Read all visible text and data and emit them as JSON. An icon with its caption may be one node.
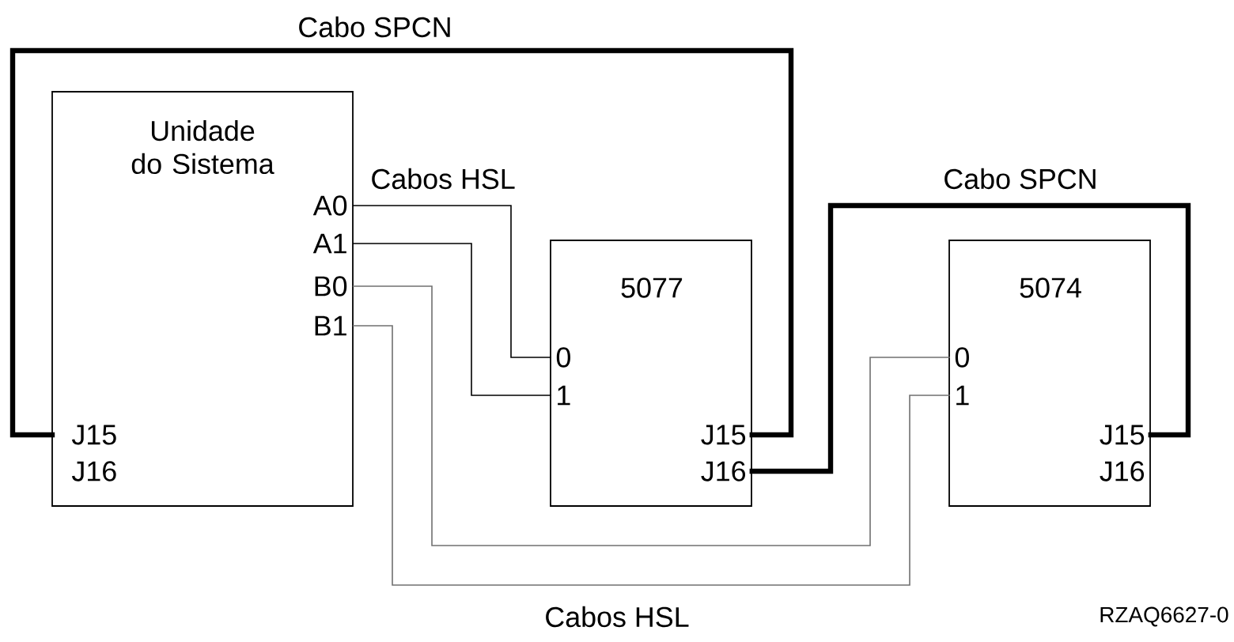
{
  "diagram": {
    "nodes": [
      {
        "text": [
          "Unidade do Sistema",
          "A0",
          "A1",
          "B0",
          "B1",
          "J15",
          "J16"
        ]
      },
      {
        "text": [
          "5077",
          "0",
          "1",
          "J15",
          "J16"
        ]
      },
      {
        "text": [
          "5074",
          "0",
          "1",
          "J15",
          "J16"
        ]
      }
    ],
    "edges": [
      {
        "from": 0,
        "to": 1,
        "arrow": "none",
        "label": "Cabos HSL"
      },
      {
        "from": 0,
        "to": 1,
        "arrow": "none"
      },
      {
        "from": 0,
        "to": 2,
        "arrow": "none",
        "color": "#707070"
      },
      {
        "from": 0,
        "to": 2,
        "arrow": "none",
        "label": "Cabos HSL",
        "color": "#707070"
      },
      {
        "from": 0,
        "to": 1,
        "arrow": "none",
        "label": "Cabo SPCN",
        "style": "thick"
      },
      {
        "from": 1,
        "to": 2,
        "arrow": "none",
        "label": "Cabo SPCN",
        "style": "thick"
      }
    ],
    "labels": [
      "RZAQ6627-0"
    ]
  }
}
